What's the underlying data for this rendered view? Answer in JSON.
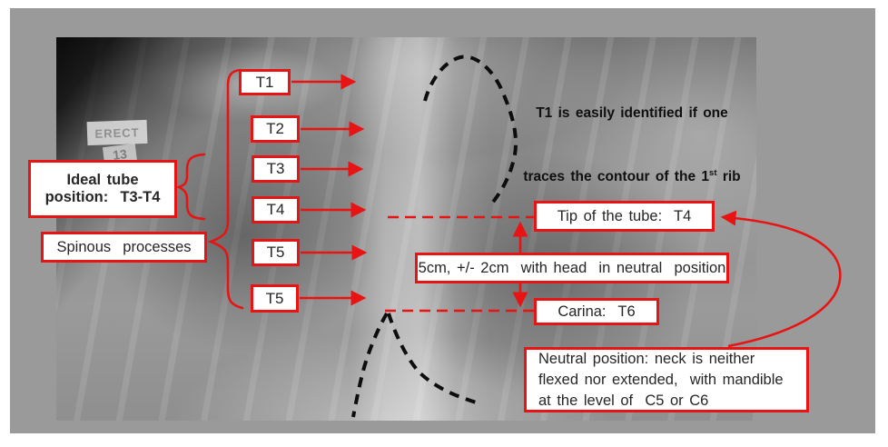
{
  "colors": {
    "accent_red": "#e81313",
    "panel_gray": "#9a9a9a",
    "xray_text": "#101010"
  },
  "xray_markers": {
    "erect_label": "ERECT",
    "film_tag": "13"
  },
  "vertebrae": [
    "T1",
    "T2",
    "T3",
    "T4",
    "T5",
    "T5"
  ],
  "callouts": {
    "ideal_tube_line1": "Ideal tube",
    "ideal_tube_line2": "position:  T3-T4",
    "spinous": "Spinous  processes",
    "rib_note_line1": "T1 is easily identified if one",
    "rib_note_line2_pre": "traces the contour of the 1",
    "rib_note_sup": "st",
    "rib_note_line2_post": " rib",
    "tip_of_tube": "Tip of the tube:  T4",
    "distance": "5cm, +/- 2cm  with head  in neutral  position",
    "carina": "Carina:  T6",
    "neutral_line1": "Neutral position: neck is neither",
    "neutral_line2": "flexed nor extended,  with mandible",
    "neutral_line3": "at the level of  C5 or C6"
  }
}
